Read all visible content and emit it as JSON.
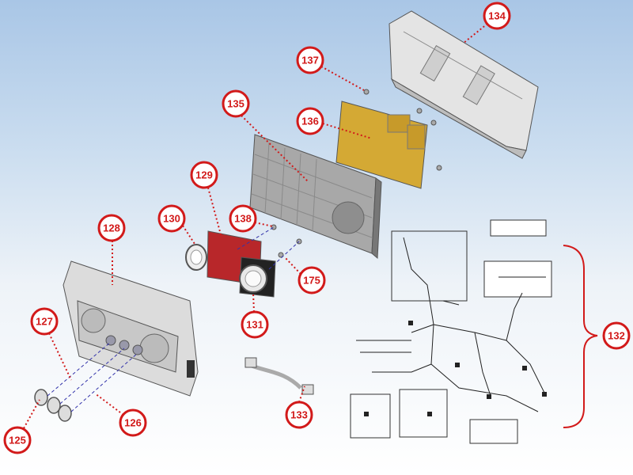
{
  "callouts": [
    {
      "id": "134",
      "label": "134"
    },
    {
      "id": "137",
      "label": "137"
    },
    {
      "id": "136",
      "label": "136"
    },
    {
      "id": "135",
      "label": "135"
    },
    {
      "id": "129",
      "label": "129"
    },
    {
      "id": "130",
      "label": "130"
    },
    {
      "id": "138",
      "label": "138"
    },
    {
      "id": "175",
      "label": "175"
    },
    {
      "id": "128",
      "label": "128"
    },
    {
      "id": "131",
      "label": "131"
    },
    {
      "id": "127",
      "label": "127"
    },
    {
      "id": "132",
      "label": "132"
    },
    {
      "id": "133",
      "label": "133"
    },
    {
      "id": "126",
      "label": "126"
    },
    {
      "id": "125",
      "label": "125"
    }
  ],
  "colors": {
    "callout": "#d21a1a",
    "pcb": "#d4a934",
    "plate": "#b8272a",
    "housing": "#d9d9d9"
  }
}
